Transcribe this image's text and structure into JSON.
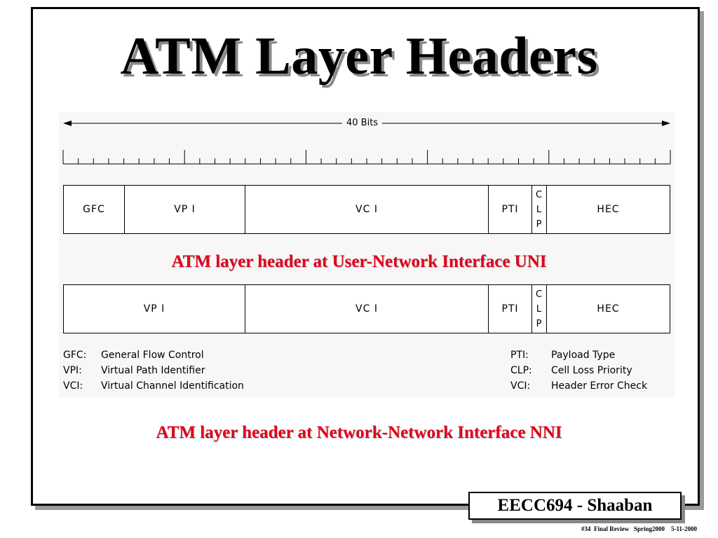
{
  "slide": {
    "title": "ATM Layer Headers",
    "bits_label": "40 Bits",
    "uni": {
      "caption": "ATM layer header at User-Network Interface UNI",
      "fields": {
        "gfc": "GFC",
        "vpi": "VP I",
        "vci": "VC I",
        "pti": "PTI",
        "clp": [
          "C",
          "L",
          "P"
        ],
        "hec": "HEC"
      }
    },
    "nni": {
      "caption": "ATM layer header at Network-Network Interface NNI",
      "fields": {
        "vpi": "VP I",
        "vci": "VC I",
        "pti": "PTI",
        "clp": [
          "C",
          "L",
          "P"
        ],
        "hec": "HEC"
      }
    },
    "legend_left": [
      {
        "abbr": "GFC:",
        "desc": "General Flow  Control"
      },
      {
        "abbr": "VPI:",
        "desc": "Virtual Path Identifier"
      },
      {
        "abbr": "VCI:",
        "desc": "Virtual Channel Identification"
      }
    ],
    "legend_right": [
      {
        "abbr": "PTI:",
        "desc": "Payload Type"
      },
      {
        "abbr": "CLP:",
        "desc": "Cell Loss Priority"
      },
      {
        "abbr": "VCI:",
        "desc": "Header Error Check"
      }
    ],
    "footer": {
      "box": "EECC694 - Shaaban",
      "note": "#34  Final Review   Spring2000    5-11-2000"
    },
    "colors": {
      "caption": "#e0001b",
      "frame": "#000000",
      "shadow": "#8a8a8a"
    }
  }
}
